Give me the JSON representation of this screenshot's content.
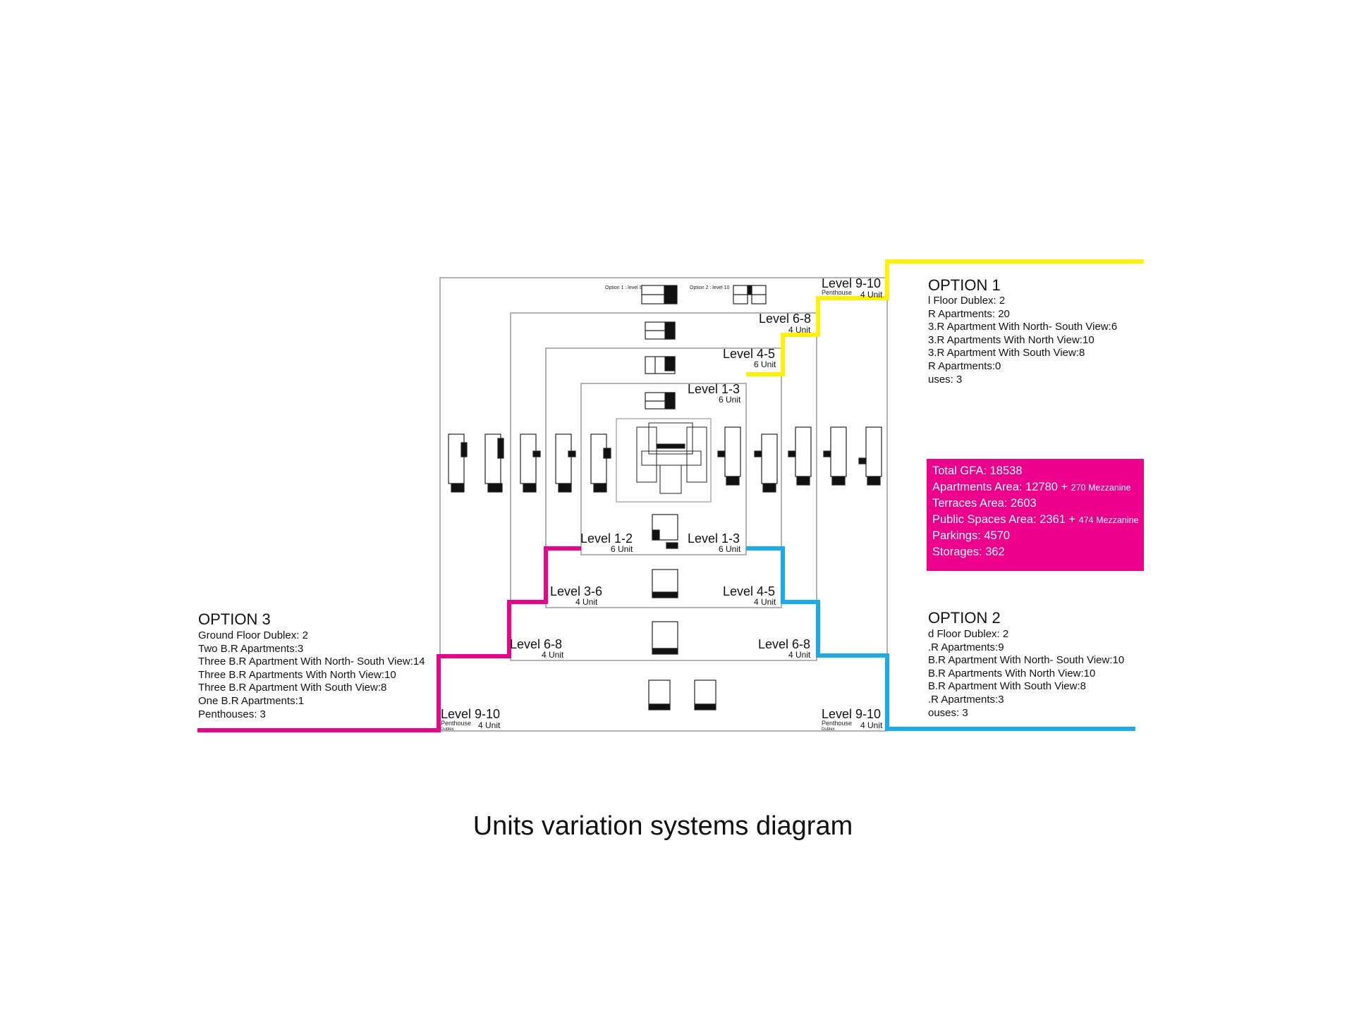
{
  "caption": "Units variation systems diagram",
  "colors": {
    "option1": "#fff200",
    "option2": "#1aabe8",
    "option3": "#ec008c",
    "frame": "#9a9a9a",
    "stats_bg": "#ec008c"
  },
  "options": {
    "option1": {
      "title": "OPTION 1",
      "lines": [
        "l Floor Dublex: 2",
        "R Apartments: 20",
        "3.R Apartment With North- South View:6",
        "3.R Apartments With North View:10",
        "3.R Apartment With South View:8",
        "R Apartments:0",
        "uses: 3"
      ]
    },
    "option2": {
      "title": "OPTION 2",
      "lines": [
        "d Floor Dublex: 2",
        ".R Apartments:9",
        "B.R Apartment With North- South View:10",
        "B.R Apartments With North View:10",
        "B.R Apartment With South View:8",
        ".R Apartments:3",
        "ouses: 3"
      ]
    },
    "option3": {
      "title": "OPTION 3",
      "lines": [
        "Ground Floor Dublex: 2",
        "Two B.R Apartments:3",
        "Three B.R Apartment With North- South View:14",
        "Three B.R Apartments With North View:10",
        "Three B.R Apartment With South View:8",
        "One B.R Apartments:1",
        "Penthouses: 3"
      ]
    }
  },
  "stats": {
    "total_gfa": "Total GFA: 18538",
    "apartments_area": "Apartments Area: 12780 + ",
    "apartments_mezz": "270 Mezzanine",
    "terraces": "Terraces Area: 2603",
    "public_spaces": "Public Spaces Area: 2361 + ",
    "public_mezz": "474 Mezzanine",
    "parkings": "Parkings: 4570",
    "storages": "Storages: 362"
  },
  "levels": {
    "top_9_10": {
      "label": "Level 9-10",
      "sub": "Penthouse",
      "unit": "4 Unit"
    },
    "top_6_8": {
      "label": "Level 6-8",
      "unit": "4 Unit"
    },
    "top_4_5": {
      "label": "Level 4-5",
      "unit": "6 Unit"
    },
    "top_1_3": {
      "label": "Level 1-3",
      "unit": "6 Unit"
    },
    "mid_left_1_2": {
      "label": "Level 1-2",
      "unit": "6 Unit"
    },
    "mid_right_1_3": {
      "label": "Level 1-3",
      "unit": "6 Unit"
    },
    "left_3_6": {
      "label": "Level 3-6",
      "unit": "4 Unit"
    },
    "right_4_5": {
      "label": "Level 4-5",
      "unit": "4 Unit"
    },
    "left_6_8": {
      "label": "Level 6-8",
      "unit": "4 Unit"
    },
    "right_6_8": {
      "label": "Level 6-8",
      "unit": "4 Unit"
    },
    "left_9_10": {
      "label": "Level 9-10",
      "sub1": "Penthouse",
      "sub2": "Dublex",
      "unit": "4 Unit"
    },
    "right_9_10": {
      "label": "Level 9-10",
      "sub1": "Penthouse",
      "sub2": "Dublex",
      "unit": "4 Unit"
    }
  },
  "plan_labels": {
    "top_option1": "Option 1 : level 9",
    "top_option2": "Option 2 : level 10"
  }
}
